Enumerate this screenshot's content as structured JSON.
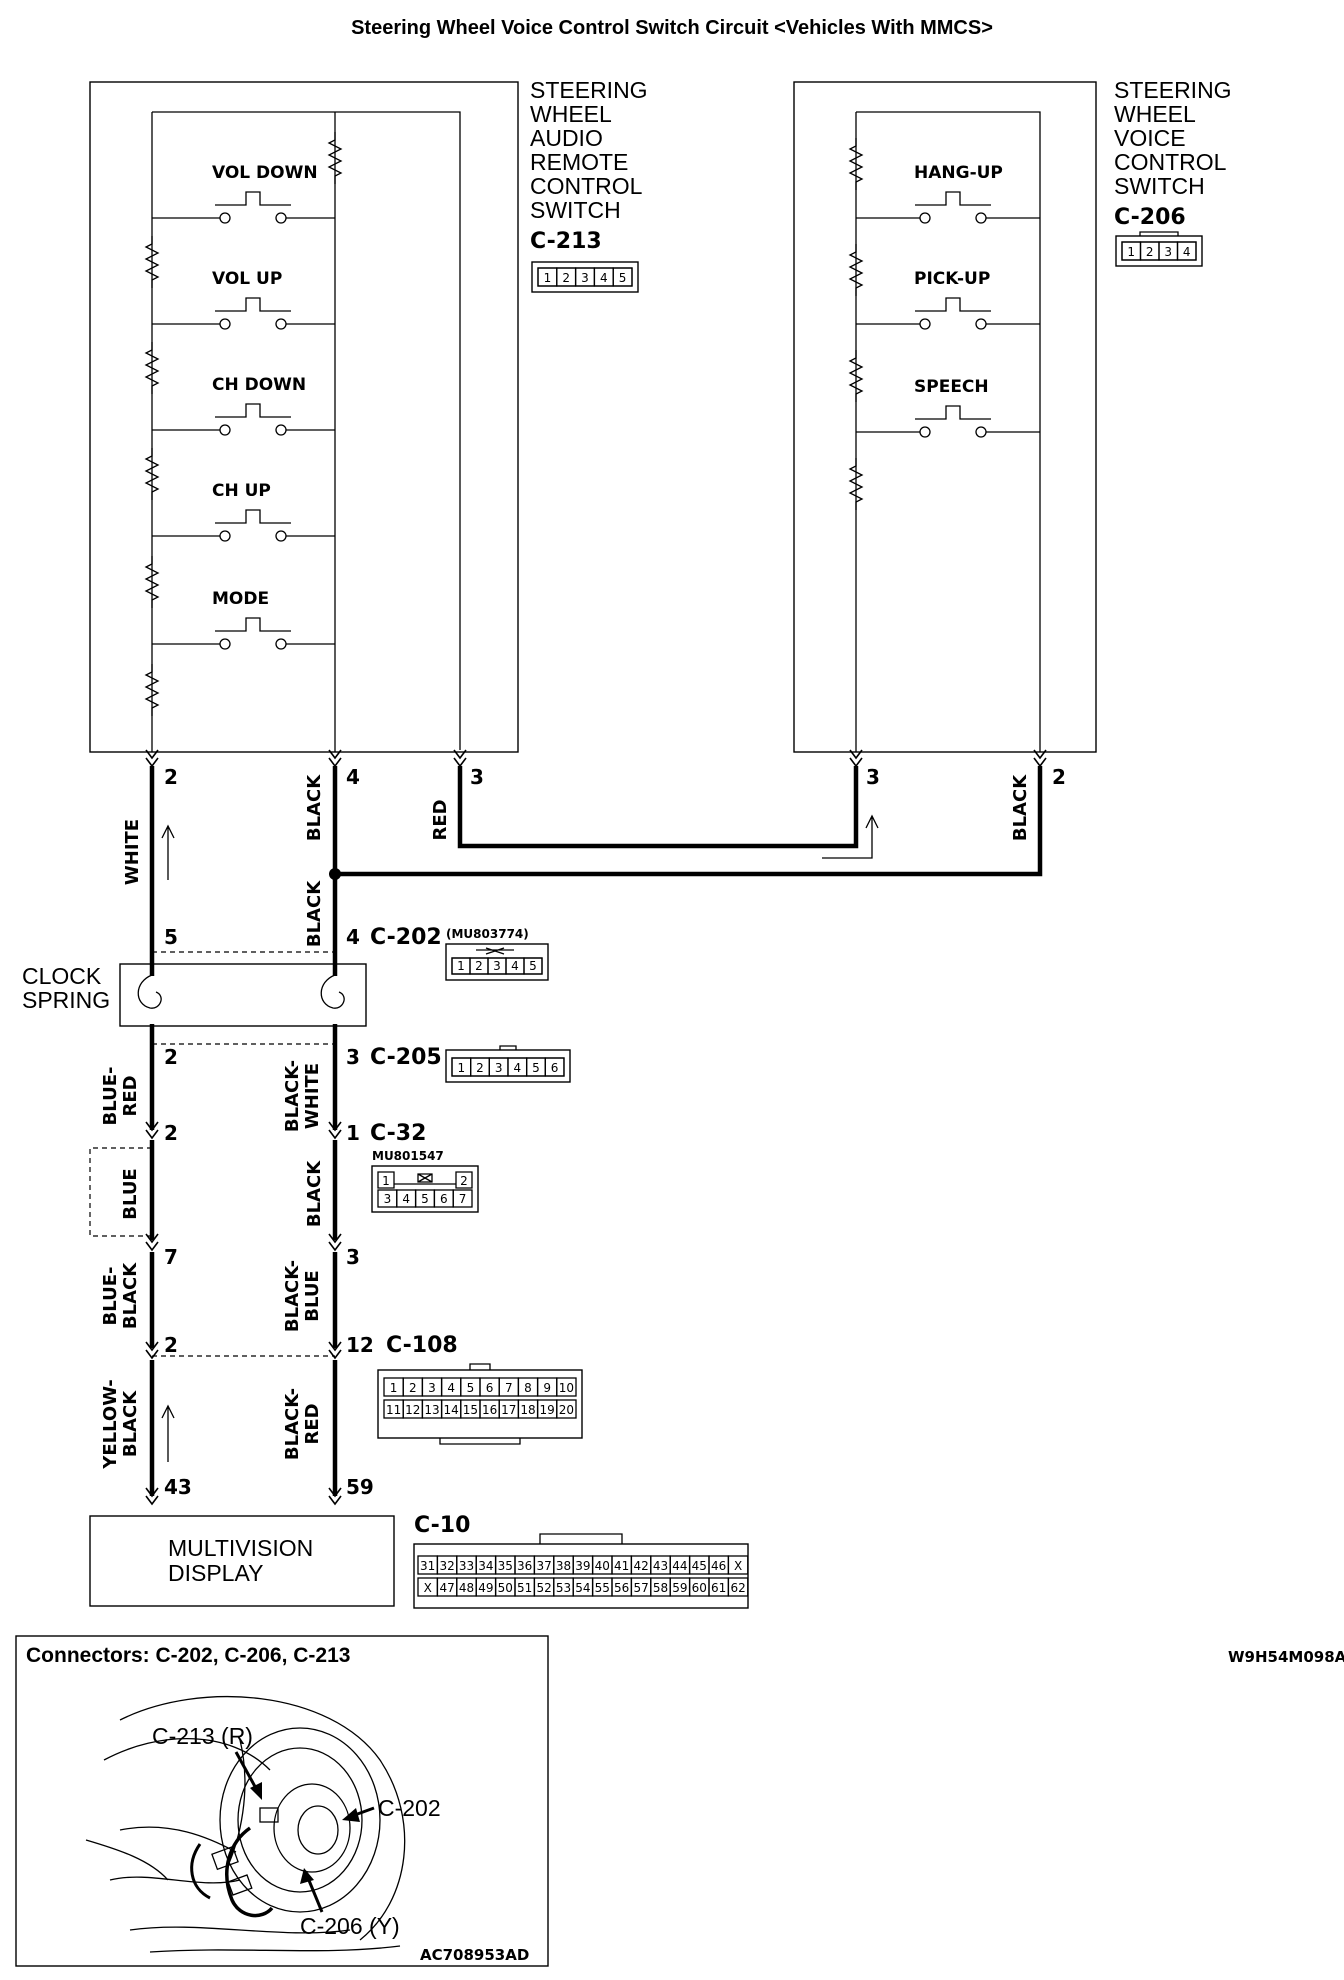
{
  "title": "Steering Wheel Voice Control Switch Circuit <Vehicles With MMCS>",
  "audio_switch": {
    "name_lines": [
      "STEERING",
      "WHEEL",
      "AUDIO",
      "REMOTE",
      "CONTROL",
      "SWITCH"
    ],
    "connector": "C-213",
    "pins": [
      "1",
      "2",
      "3",
      "4",
      "5"
    ],
    "switches": [
      "VOL DOWN",
      "VOL UP",
      "CH DOWN",
      "CH UP",
      "MODE"
    ],
    "terminals": [
      "2",
      "4",
      "3"
    ]
  },
  "voice_switch": {
    "name_lines": [
      "STEERING",
      "WHEEL",
      "VOICE",
      "CONTROL",
      "SWITCH"
    ],
    "connector": "C-206",
    "pins": [
      "1",
      "2",
      "3",
      "4"
    ],
    "switches": [
      "HANG-UP",
      "PICK-UP",
      "SPEECH"
    ],
    "terminals": [
      "3",
      "2"
    ]
  },
  "wires": {
    "white": "WHITE",
    "black": "BLACK",
    "red": "RED",
    "blue_red": [
      "BLUE-",
      "RED"
    ],
    "black_white": [
      "BLACK-",
      "WHITE"
    ],
    "blue": "BLUE",
    "blue_black": [
      "BLUE-",
      "BLACK"
    ],
    "black_blue": [
      "BLACK-",
      "BLUE"
    ],
    "yellow_black": [
      "YELLOW-",
      "BLACK"
    ],
    "black_red": [
      "BLACK-",
      "RED"
    ]
  },
  "clock_spring": {
    "label_lines": [
      "CLOCK",
      "SPRING"
    ],
    "top_pins": [
      "5",
      "4"
    ],
    "bottom_pins": [
      "2",
      "3"
    ]
  },
  "connectors": {
    "c202": {
      "name": "C-202",
      "part": "(MU803774)",
      "pins": [
        "1",
        "2",
        "3",
        "4",
        "5"
      ]
    },
    "c205": {
      "name": "C-205",
      "pins": [
        "1",
        "2",
        "3",
        "4",
        "5",
        "6"
      ]
    },
    "c32": {
      "name": "C-32",
      "part": "MU801547",
      "row1": [
        "1",
        "2"
      ],
      "row2": [
        "3",
        "4",
        "5",
        "6",
        "7"
      ]
    },
    "c108": {
      "name": "C-108",
      "row1": [
        "1",
        "2",
        "3",
        "4",
        "5",
        "6",
        "7",
        "8",
        "9",
        "10"
      ],
      "row2": [
        "11",
        "12",
        "13",
        "14",
        "15",
        "16",
        "17",
        "18",
        "19",
        "20"
      ]
    },
    "c10": {
      "name": "C-10",
      "row1": [
        "31",
        "32",
        "33",
        "34",
        "35",
        "36",
        "37",
        "38",
        "39",
        "40",
        "41",
        "42",
        "43",
        "44",
        "45",
        "46",
        "X"
      ],
      "row2": [
        "X",
        "47",
        "48",
        "49",
        "50",
        "51",
        "52",
        "53",
        "54",
        "55",
        "56",
        "57",
        "58",
        "59",
        "60",
        "61",
        "62"
      ]
    }
  },
  "pins": {
    "c32_left": "2",
    "c32_right": "1",
    "mid_left": "7",
    "mid_right": "3",
    "c108_left": "2",
    "c108_right": "12",
    "display_left": "43",
    "display_right": "59"
  },
  "display": {
    "label_lines": [
      "MULTIVISION",
      "DISPLAY"
    ]
  },
  "figure_code": "W9H54M098A",
  "location": {
    "title": "Connectors: C-202, C-206, C-213",
    "labels": [
      "C-213 (R)",
      "C-202",
      "C-206 (Y)"
    ],
    "code": "AC708953AD"
  }
}
